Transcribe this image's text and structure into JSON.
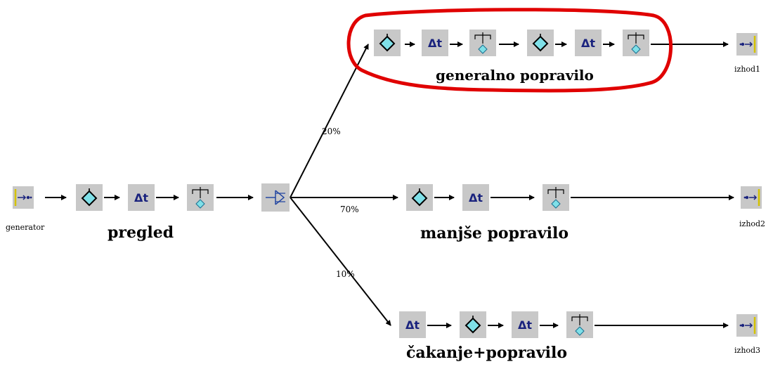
{
  "groups": {
    "inspection": "pregled",
    "general_repair": "generalno popravilo",
    "minor_repair": "manjše popravilo",
    "wait_repair": "čakanje+popravilo"
  },
  "ports": {
    "generator": "generator",
    "exit1": "izhod1",
    "exit2": "izhod2",
    "exit3": "izhod3"
  },
  "branches": {
    "top": "20%",
    "middle": "70%",
    "bottom": "10%"
  },
  "icons": {
    "generator": "generator-icon",
    "seize": "seize-icon",
    "delay": "delay-icon",
    "release": "release-icon",
    "decision": "decision-icon",
    "exit": "exit-icon"
  },
  "colors": {
    "block_bg": "#c8c8c8",
    "highlight": "#e00000",
    "delay_text": "#1a237e",
    "diamond_fill": "#7fe0e8"
  }
}
